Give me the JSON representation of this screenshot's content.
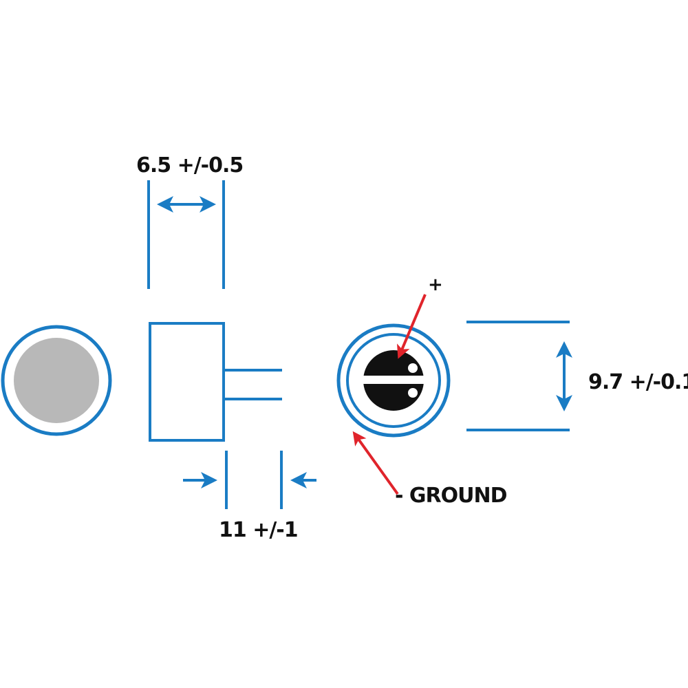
{
  "colors": {
    "dimension": "#1a7cc4",
    "pointer": "#e0242b",
    "body": "#111111",
    "face": "#b8b8b8"
  },
  "labels": {
    "width": "6.5 +/-0.5",
    "pin_length": "11 +/-1",
    "diameter": "9.7 +/-0.1",
    "positive": "+",
    "ground": "- GROUND"
  }
}
